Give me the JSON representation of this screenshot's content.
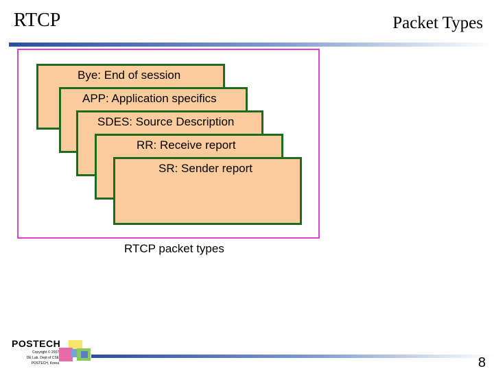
{
  "slide": {
    "title": "RTCP",
    "section_title": "Packet Types",
    "page_number": "8"
  },
  "diagram": {
    "cards": [
      {
        "label": "Bye: End of session"
      },
      {
        "label": "APP: Application specifics"
      },
      {
        "label": "SDES: Source Description"
      },
      {
        "label": "RR: Receive report"
      },
      {
        "label": "SR: Sender report"
      }
    ],
    "caption": "RTCP packet types"
  },
  "footer": {
    "logo_name": "POSTECH",
    "copyright_lines": [
      "Copyright © 2007",
      "DE Lab. Dept of CSE",
      "POSTECH, Korea"
    ]
  },
  "colors": {
    "card_fill": "#fccc9c",
    "card_border": "#1e6a1e",
    "frame_border": "#e040d0",
    "rule_blue": "#2b4fa0"
  }
}
